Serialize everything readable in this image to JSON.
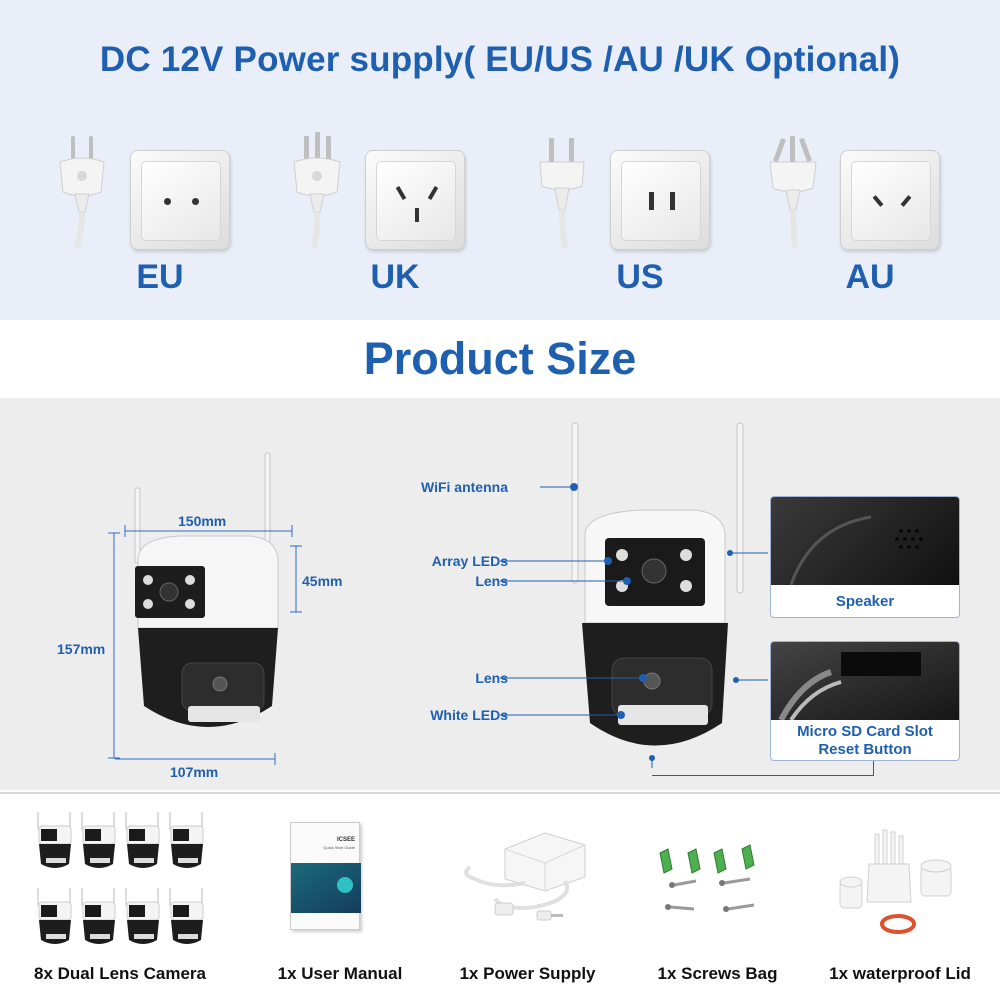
{
  "power": {
    "title": "DC 12V Power supply( EU/US /AU /UK Optional)",
    "plugs": [
      {
        "label": "EU"
      },
      {
        "label": "UK"
      },
      {
        "label": "US"
      },
      {
        "label": "AU"
      }
    ]
  },
  "size": {
    "title": "Product Size",
    "width_label": "150mm",
    "height_label": "157mm",
    "head_label": "45mm",
    "base_label": "107mm"
  },
  "callouts": {
    "wifi": "WiFi antenna",
    "array_leds": "Array LEDs",
    "lens_top": "Lens",
    "lens_bottom": "Lens",
    "white_leds": "White LEDs"
  },
  "features": {
    "speaker": "Speaker",
    "sd_line1": "Micro SD Card Slot",
    "sd_line2": "Reset Button"
  },
  "package": {
    "items": [
      {
        "label": "8x Dual Lens Camera"
      },
      {
        "label": "1x User Manual"
      },
      {
        "label": "1x Power Supply"
      },
      {
        "label": "1x Screws Bag"
      },
      {
        "label": "1x waterproof Lid"
      }
    ],
    "manual_brand": "ICSEE",
    "manual_subtitle": "Quick Start Guide"
  },
  "colors": {
    "accent": "#1f5fb0",
    "section_bg": "#e9eef8",
    "dims_bg": "#ededed"
  }
}
